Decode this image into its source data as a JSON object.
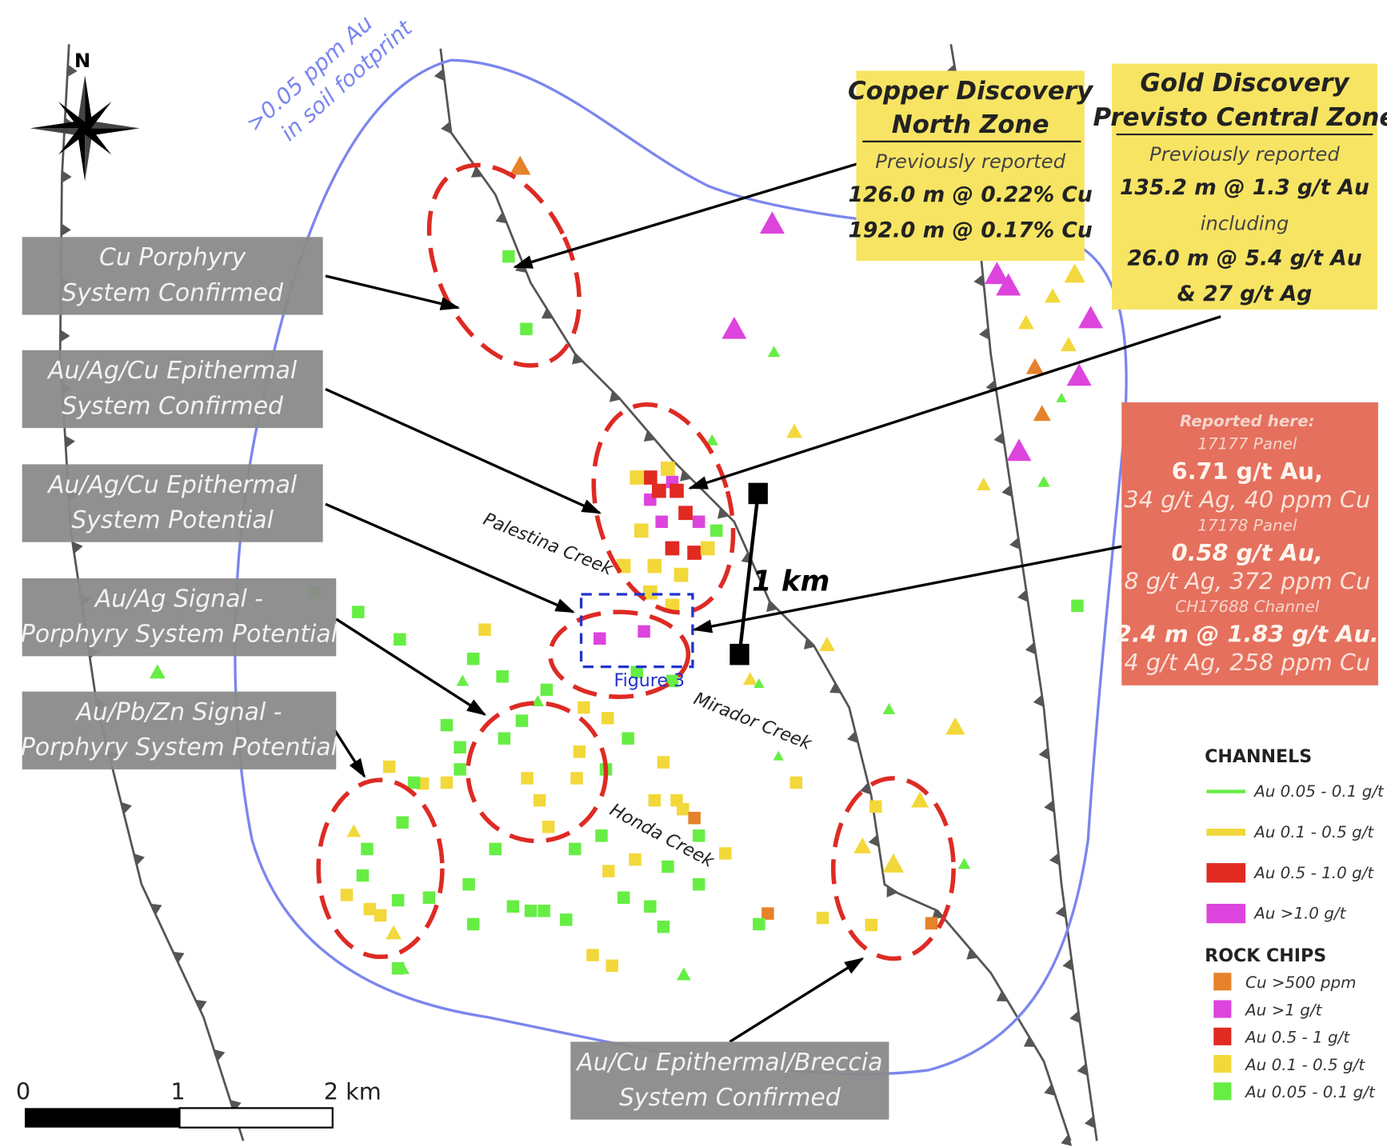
{
  "north_label": "N",
  "soil_footprint": {
    "line1": ">0.05 ppm Au",
    "line2": "in soil footprint"
  },
  "zone_labels": [
    {
      "line1": "Cu Porphyry",
      "line2": "System Confirmed"
    },
    {
      "line1": "Au/Ag/Cu Epithermal",
      "line2": "System Confirmed"
    },
    {
      "line1": "Au/Ag/Cu Epithermal",
      "line2": "System Potential"
    },
    {
      "line1": "Au/Ag Signal -",
      "line2": "Porphyry System Potential"
    },
    {
      "line1": "Au/Pb/Zn Signal -",
      "line2": "Porphyry System Potential"
    },
    {
      "line1": "Au/Cu Epithermal/Breccia",
      "line2": "System Confirmed"
    }
  ],
  "copper_box": {
    "title1": "Copper Discovery",
    "title2": "North Zone",
    "sub": "Previously reported",
    "val1": "126.0 m @ 0.22% Cu",
    "val2": "192.0 m @ 0.17% Cu"
  },
  "gold_box": {
    "title1": "Gold Discovery",
    "title2": "Previsto Central Zone",
    "sub": "Previously reported",
    "val1": "135.2 m @ 1.3 g/t Au",
    "incl": "including",
    "val2": "26.0 m @ 5.4 g/t Au",
    "val3": "& 27 g/t Ag"
  },
  "reported_box": {
    "title": "Reported here:",
    "p1_name": "17177 Panel",
    "p1_au": "6.71 g/t Au,",
    "p1_other": "34 g/t Ag, 40 ppm Cu",
    "p2_name": "17178 Panel",
    "p2_au": "0.58 g/t Au,",
    "p2_other": "8 g/t Ag, 372 ppm Cu",
    "p3_name": "CH17688 Channel",
    "p3_au": "2.4 m @ 1.83 g/t Au.",
    "p3_other": "4 g/t Ag, 258 ppm Cu"
  },
  "creeks": [
    "Palestina Creek",
    "Mirador Creek",
    "Honda Creek"
  ],
  "figure_label": "Figure 3",
  "scale_1km": "1 km",
  "scalebar": {
    "t0": "0",
    "t1": "1",
    "t2": "2 km"
  },
  "legend": {
    "channels_title": "CHANNELS",
    "channels": [
      {
        "label": "Au 0.05 - 0.1 g/t",
        "color": "#66ee44"
      },
      {
        "label": "Au 0.1 - 0.5 g/t",
        "color": "#f2d83a"
      },
      {
        "label": "Au 0.5 - 1.0 g/t",
        "color": "#e02a22"
      },
      {
        "label": "Au >1.0 g/t",
        "color": "#dd44dd"
      }
    ],
    "rock_title": "ROCK CHIPS",
    "rock": [
      {
        "label": "Cu >500 ppm",
        "color": "#e5822a"
      },
      {
        "label": "Au >1 g/t",
        "color": "#dd44dd"
      },
      {
        "label": "Au 0.5 - 1 g/t",
        "color": "#e02a22"
      },
      {
        "label": "Au 0.1 - 0.5 g/t",
        "color": "#f2d83a"
      },
      {
        "label": "Au 0.05 - 0.1 g/t",
        "color": "#66ee44"
      }
    ]
  },
  "colors": {
    "footprint": "#7b86ee",
    "ellipse": "#dd2b24",
    "yellow_box": "#f7e463",
    "red_box": "#e5705d",
    "gray_box": "#8a8a8a"
  }
}
